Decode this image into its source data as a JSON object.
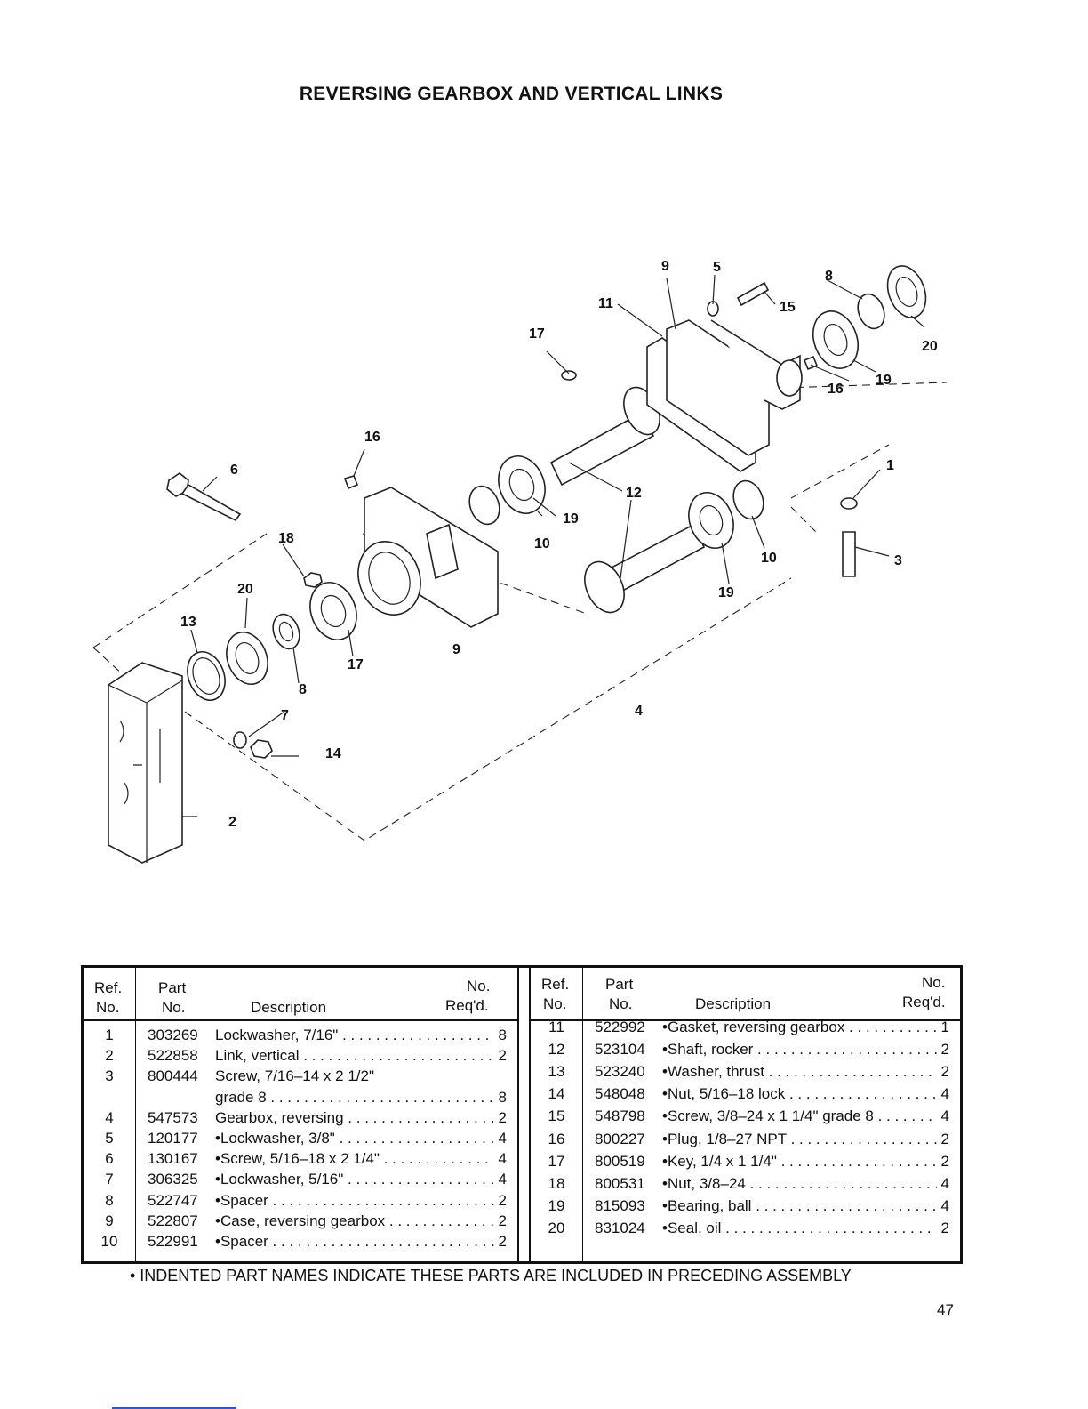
{
  "title": "REVERSING GEARBOX AND VERTICAL LINKS",
  "diagram": {
    "callouts": [
      "1",
      "2",
      "3",
      "4",
      "5",
      "6",
      "7",
      "8",
      "8",
      "9",
      "9",
      "10",
      "10",
      "11",
      "12",
      "13",
      "14",
      "15",
      "16",
      "16",
      "17",
      "17",
      "18",
      "19",
      "19",
      "20",
      "20"
    ]
  },
  "table": {
    "headers": {
      "ref_line1": "Ref.",
      "ref_line2": "No.",
      "part_line1": "Part",
      "part_line2": "No.",
      "description": "Description",
      "req_line1": "No.",
      "req_line2": "Req'd."
    },
    "left_rows": [
      {
        "ref": "1",
        "part": "303269",
        "desc": "Lockwasher, 7/16\"",
        "qty": "8"
      },
      {
        "ref": "2",
        "part": "522858",
        "desc": "Link, vertical",
        "qty": "2"
      },
      {
        "ref": "3",
        "part": "800444",
        "desc": "Screw, 7/16–14 x 2 1/2\"",
        "qty": ""
      },
      {
        "ref": "",
        "part": "",
        "desc": "grade 8",
        "qty": "8"
      },
      {
        "ref": "4",
        "part": "547573",
        "desc": "Gearbox, reversing",
        "qty": "2"
      },
      {
        "ref": "5",
        "part": "120177",
        "desc": "•Lockwasher, 3/8\"",
        "qty": "4"
      },
      {
        "ref": "6",
        "part": "130167",
        "desc": "•Screw, 5/16–18 x 2 1/4\"",
        "qty": "4"
      },
      {
        "ref": "7",
        "part": "306325",
        "desc": "•Lockwasher, 5/16\"",
        "qty": "4"
      },
      {
        "ref": "8",
        "part": "522747",
        "desc": "•Spacer",
        "qty": "2"
      },
      {
        "ref": "9",
        "part": "522807",
        "desc": "•Case, reversing gearbox",
        "qty": "2"
      },
      {
        "ref": "10",
        "part": "522991",
        "desc": "•Spacer",
        "qty": "2"
      }
    ],
    "right_rows": [
      {
        "ref": "11",
        "part": "522992",
        "desc": "•Gasket, reversing gearbox",
        "qty": "1"
      },
      {
        "ref": "12",
        "part": "523104",
        "desc": "•Shaft, rocker",
        "qty": "2"
      },
      {
        "ref": "13",
        "part": "523240",
        "desc": "•Washer, thrust",
        "qty": "2"
      },
      {
        "ref": "14",
        "part": "548048",
        "desc": "•Nut, 5/16–18 lock",
        "qty": "4"
      },
      {
        "ref": "15",
        "part": "548798",
        "desc": "•Screw, 3/8–24 x 1 1/4\" grade 8",
        "qty": "4"
      },
      {
        "ref": "16",
        "part": "800227",
        "desc": "•Plug, 1/8–27 NPT",
        "qty": "2"
      },
      {
        "ref": "17",
        "part": "800519",
        "desc": "•Key, 1/4 x 1 1/4\"",
        "qty": "2"
      },
      {
        "ref": "18",
        "part": "800531",
        "desc": "•Nut, 3/8–24",
        "qty": "4"
      },
      {
        "ref": "19",
        "part": "815093",
        "desc": "•Bearing, ball",
        "qty": "4"
      },
      {
        "ref": "20",
        "part": "831024",
        "desc": "•Seal, oil",
        "qty": "2"
      }
    ]
  },
  "footnote": "• INDENTED PART NAMES INDICATE THESE PARTS ARE INCLUDED IN PRECEDING ASSEMBLY",
  "page_number": "47"
}
